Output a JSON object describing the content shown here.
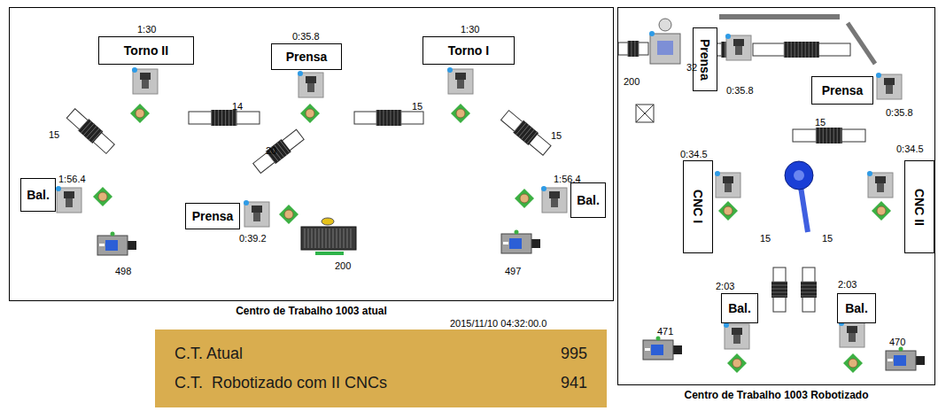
{
  "diagram": {
    "nodes": [
      {
        "text": [
          "Centro de Trabalho 1003 atual"
        ]
      },
      {
        "text": [
          "Torno II"
        ],
        "in": 0
      },
      {
        "text": [
          "Prensa"
        ],
        "in": 0
      },
      {
        "text": [
          "Torno I"
        ],
        "in": 0
      },
      {
        "text": [
          "Bal."
        ],
        "in": 0
      },
      {
        "text": [
          "Prensa"
        ],
        "in": 0
      },
      {
        "text": [
          "Bal."
        ],
        "in": 0
      },
      {
        "text": [
          "C.T. Atual",
          "995",
          "C.T.  Robotizado com II CNCs",
          "941"
        ]
      },
      {
        "text": [
          "Centro de Trabalho 1003 Robotizado"
        ]
      },
      {
        "text": [
          "Prensa"
        ],
        "in": 8
      },
      {
        "text": [
          "Prensa"
        ],
        "in": 8
      },
      {
        "text": [
          "CNC I"
        ],
        "in": 8
      },
      {
        "text": [
          "CNC II"
        ],
        "in": 8
      },
      {
        "text": [
          "Bal."
        ],
        "in": 8
      },
      {
        "text": [
          "Bal."
        ],
        "in": 8
      }
    ],
    "labels": [
      "1:30",
      "0:35.8",
      "1:30",
      "14",
      "15",
      "15",
      "20",
      "15",
      "1:56.4",
      "1:56.4",
      "0:39.2",
      "498",
      "200",
      "497",
      "2015/11/10 04:32:00.0",
      "200",
      "32",
      "0:35.8",
      "0:35.8",
      "15",
      "0:34.5",
      "0:34.5",
      "15",
      "15",
      "2:03",
      "2:03",
      "471",
      "470"
    ]
  }
}
